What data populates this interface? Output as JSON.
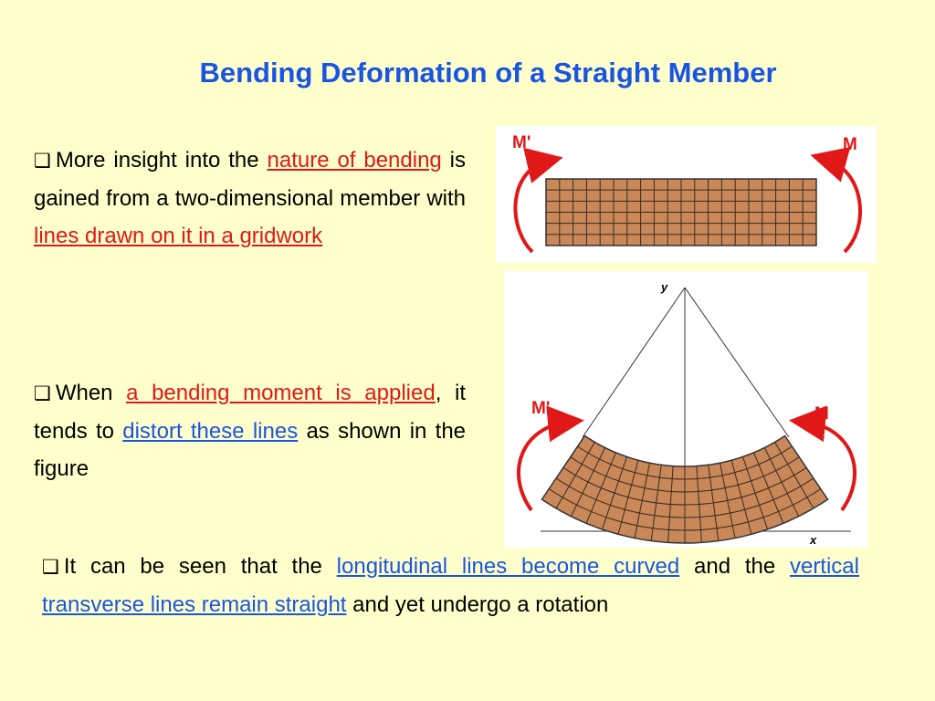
{
  "title": "Bending Deformation of a Straight Member",
  "bullet_glyph": "❑",
  "p1": {
    "t1": "More insight into the ",
    "t2": "nature of bending",
    "t3": " is gained from a two-dimensional member with ",
    "t4": "lines drawn on it in a gridwork"
  },
  "p2": {
    "t1": "When ",
    "t2": "a bending moment is applied",
    "t3": ", it tends to ",
    "t4": "distort these lines",
    "t5": " as shown in the figure"
  },
  "p3": {
    "t1": "It can be seen that the ",
    "t2": "longitudinal lines become curved",
    "t3": " and the ",
    "t4": "vertical transverse lines remain straight",
    "t5": " and yet undergo a rotation"
  },
  "figure1": {
    "moment_left": "M'",
    "moment_right": "M"
  },
  "figure2": {
    "moment_left": "M'",
    "moment_right": "M",
    "axis_y": "y",
    "axis_x": "x"
  },
  "colors": {
    "title": "#1a55e0",
    "accent_red": "#e01818",
    "grid_fill": "#c8885a",
    "background": "#ffffcc"
  }
}
